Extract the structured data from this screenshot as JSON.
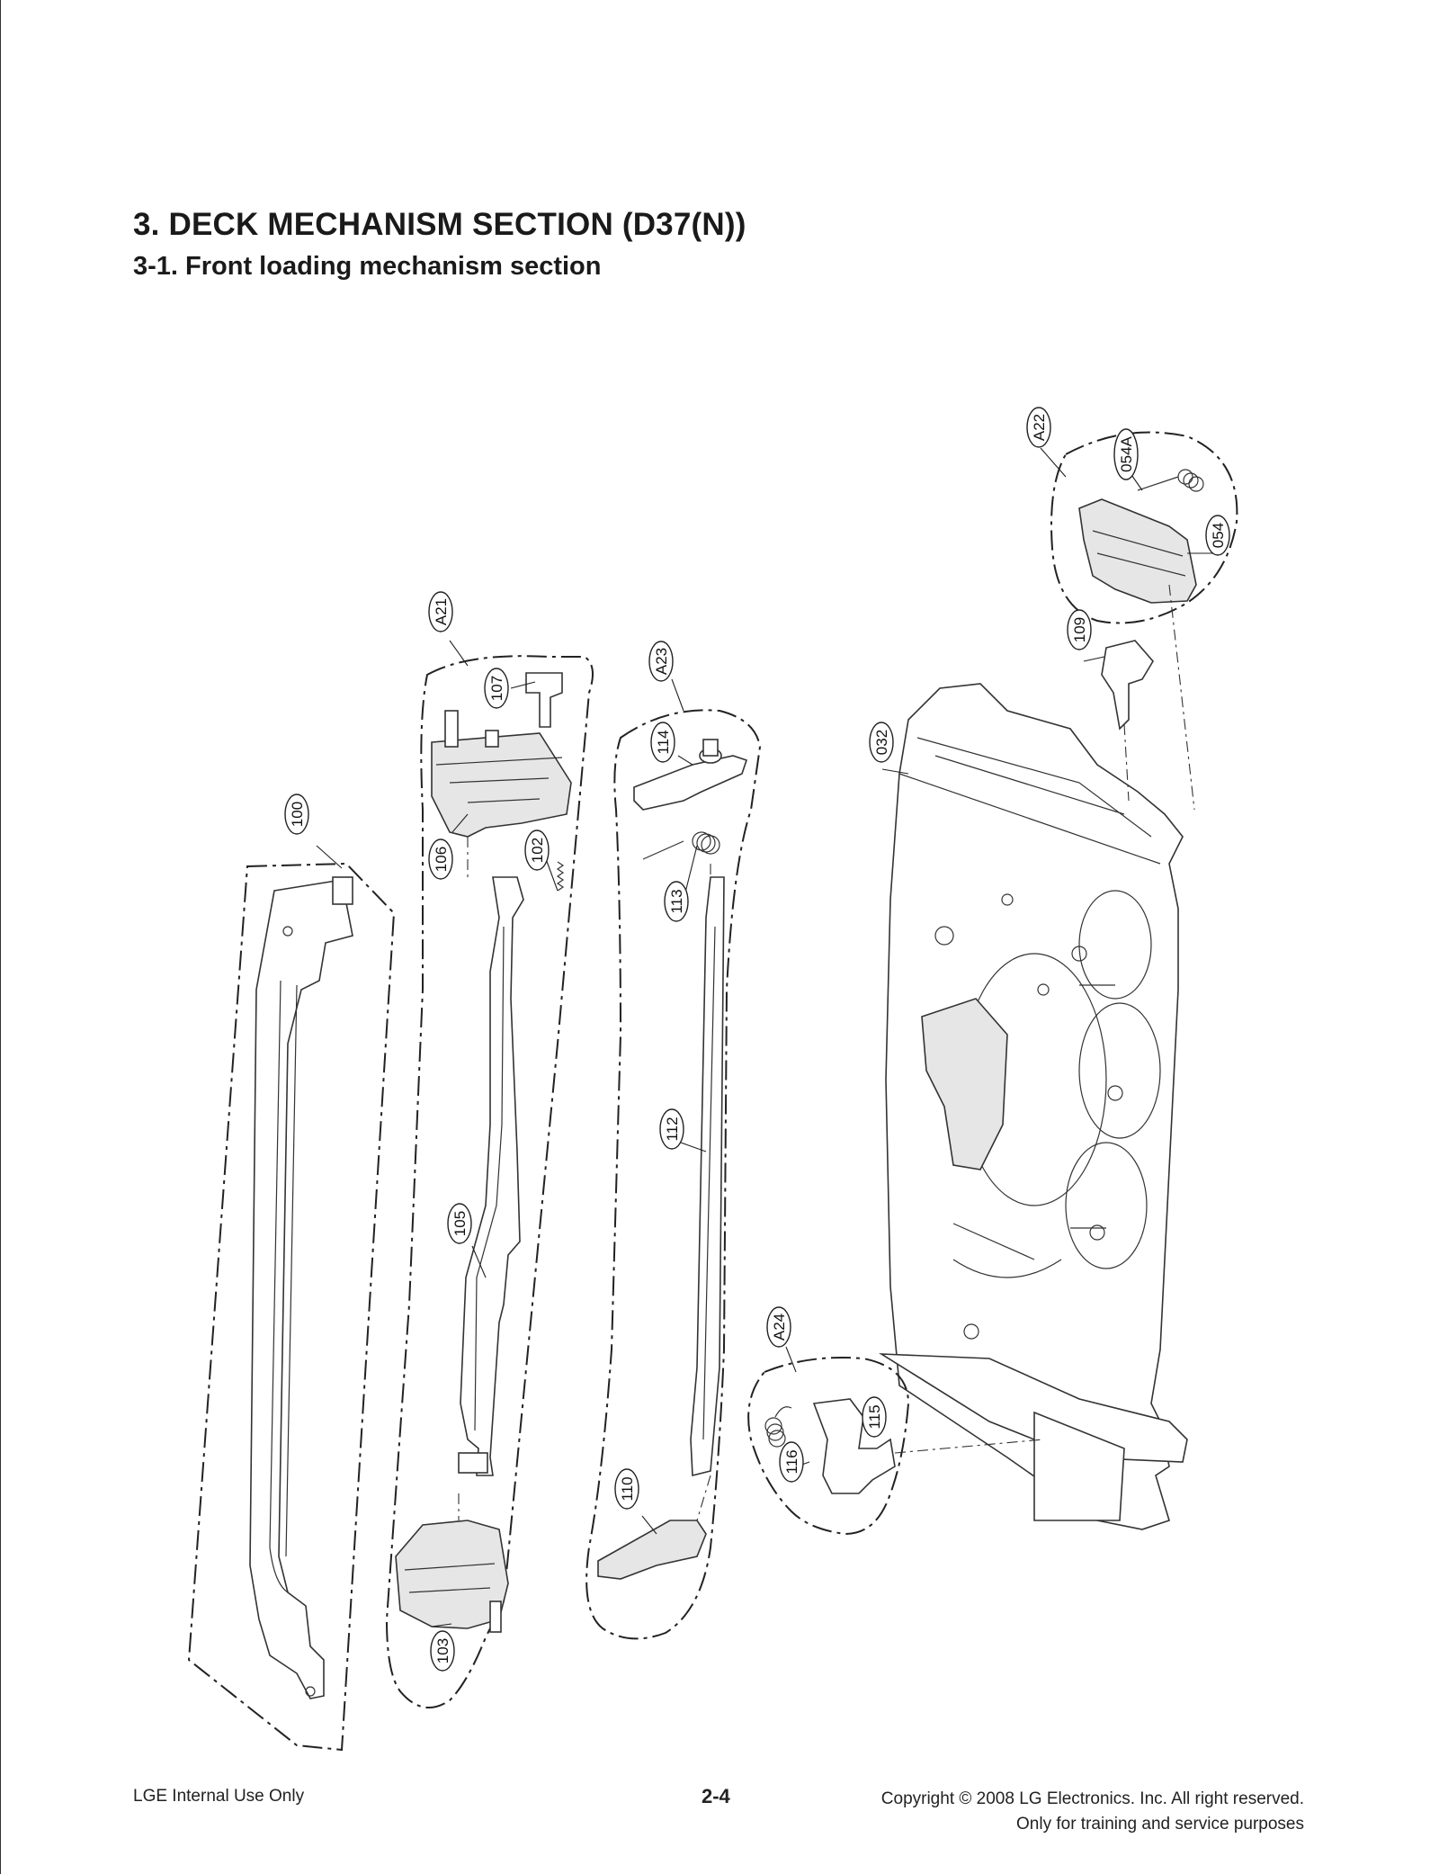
{
  "header": {
    "title": "3. DECK MECHANISM SECTION (D37(N))",
    "subtitle": "3-1. Front loading mechanism section"
  },
  "diagram": {
    "part_labels": {
      "p100": "100",
      "p106": "106",
      "p102": "102",
      "p107": "107",
      "a21": "A21",
      "p105": "105",
      "p103": "103",
      "a23": "A23",
      "p114": "114",
      "p113": "113",
      "p112": "112",
      "p110": "110",
      "a22": "A22",
      "p054a": "054A",
      "p054": "054",
      "p109": "109",
      "p032": "032",
      "a24": "A24",
      "p115": "115",
      "p116": "116"
    }
  },
  "footer": {
    "left": "LGE Internal Use Only",
    "page_number": "2-4",
    "copyright_line1": "Copyright © 2008 LG Electronics. Inc. All right reserved.",
    "copyright_line2": "Only for training and service purposes"
  }
}
